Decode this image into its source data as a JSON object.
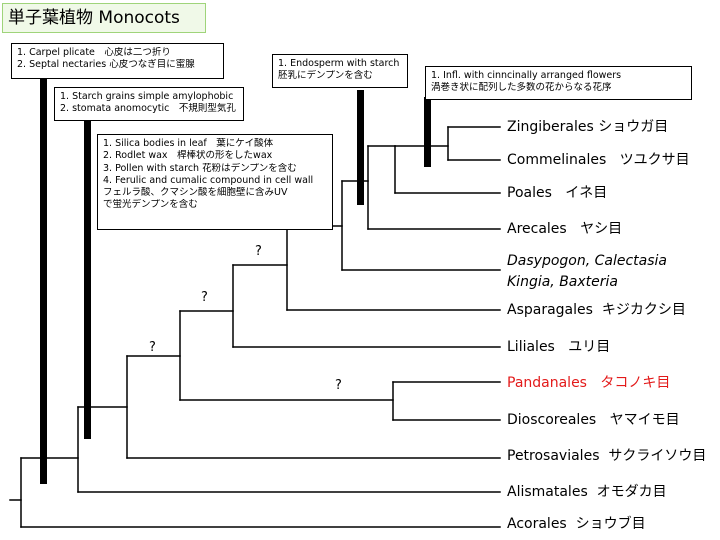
{
  "title": "単子葉植物 Monocots",
  "colors": {
    "branch": "#000000",
    "highlight": "#e31a1a",
    "title_border": "#9fd47a",
    "title_fill": "#f0f9e8"
  },
  "boxes": [
    {
      "id": "box1",
      "lines": [
        "1. Carpel plicate　心皮は二つ折り",
        "2. Septal nectaries 心皮つなぎ目に蜜腺"
      ]
    },
    {
      "id": "box2",
      "lines": [
        "1. Starch grains simple amylophobic",
        "2. stomata anomocytic　不規則型気孔"
      ]
    },
    {
      "id": "box3",
      "lines": [
        "1. Silica bodies in leaf　葉にケイ酸体",
        "2. Rodlet wax　桿棒状の形をしたwax",
        "3. Pollen with starch 花粉はデンプンを含む",
        "4. Ferulic and cumalic compound in cell wall",
        "フェルラ酸、クマシン酸を細胞壁に含みUV",
        "で蛍光デンプンを含む"
      ]
    },
    {
      "id": "box4",
      "lines": [
        "1. Endosperm with starch",
        "胚乳にデンプンを含む"
      ]
    },
    {
      "id": "box5",
      "lines": [
        "1. Infl. with cinncinally arranged flowers",
        "渦巻き状に配列した多数の花からなる花序"
      ]
    }
  ],
  "taxa": [
    {
      "name": "Zingiberales",
      "jp": "ショウガ目"
    },
    {
      "name": "Commelinales",
      "jp": "ツユクサ目"
    },
    {
      "name": "Poales",
      "jp": "イネ目"
    },
    {
      "name": "Arecales",
      "jp": "ヤシ目"
    },
    {
      "name": "Dasypogon, Calectasia",
      "jp": ""
    },
    {
      "name": "Kingia, Baxteria",
      "jp": ""
    },
    {
      "name": "Asparagales",
      "jp": "キジカクシ目"
    },
    {
      "name": "Liliales",
      "jp": "ユリ目"
    },
    {
      "name": "Pandanales",
      "jp": "タコノキ目"
    },
    {
      "name": "Dioscoreales",
      "jp": "ヤマイモ目"
    },
    {
      "name": "Petrosaviales",
      "jp": "サクライソウ目"
    },
    {
      "name": "Alismatales",
      "jp": "オモダカ目"
    },
    {
      "name": "Acorales",
      "jp": "ショウブ目"
    }
  ],
  "question_mark": "?"
}
